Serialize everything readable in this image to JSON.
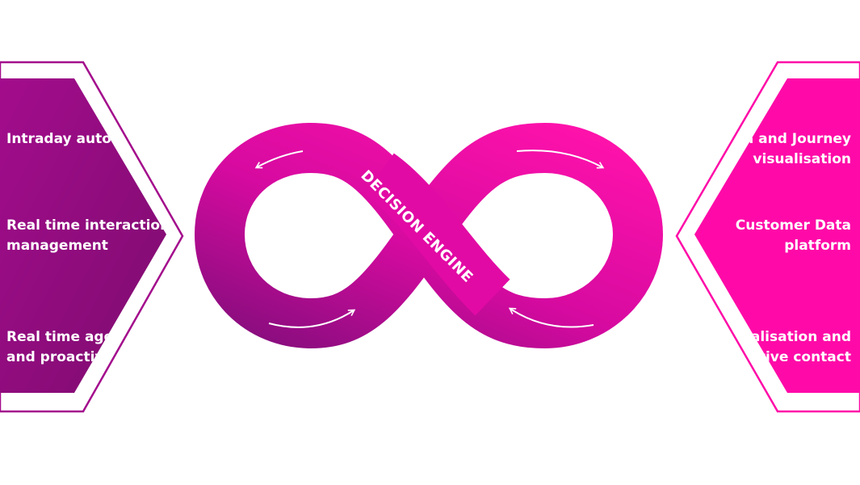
{
  "colors": {
    "left_dark": "#7d0c6f",
    "left_mid": "#a30c8c",
    "right": "#ff0aa8",
    "loop_start": "#8a0d7e",
    "loop_mid": "#d60aa0",
    "loop_end": "#ff12ab",
    "white": "#ffffff"
  },
  "center": {
    "label": "DECISION ENGINE"
  },
  "left_panel": {
    "items": [
      {
        "lines": [
          "Intraday automation"
        ]
      },
      {
        "lines": [
          "Real time interaction",
          "management"
        ]
      },
      {
        "lines": [
          "Real time agent",
          "and proactive"
        ]
      }
    ]
  },
  "right_panel": {
    "items": [
      {
        "lines": [
          "Data and Journey",
          "visualisation"
        ]
      },
      {
        "lines": [
          "Customer Data",
          "platform"
        ]
      },
      {
        "lines": [
          "Personalisation and",
          "proactive contact"
        ]
      }
    ]
  },
  "icons": {
    "flow_arrow": "curved-arrow-icon"
  }
}
